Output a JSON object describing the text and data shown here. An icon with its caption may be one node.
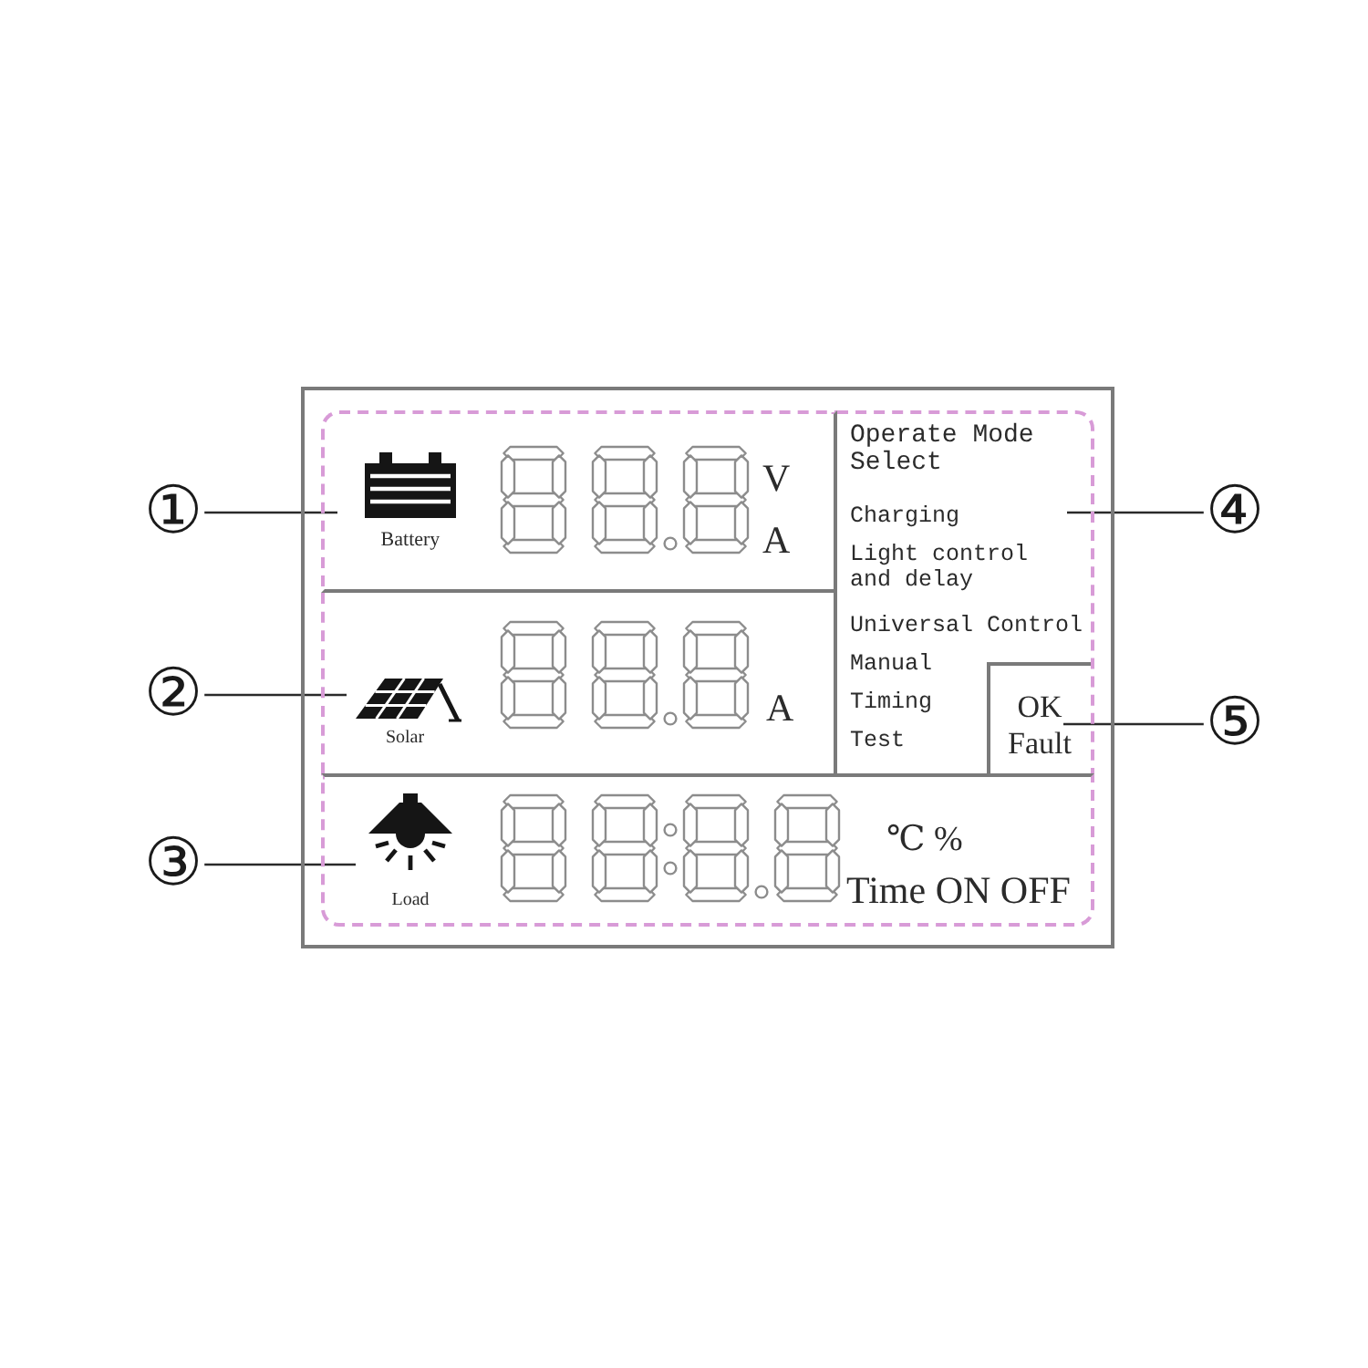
{
  "diagram": {
    "nodes": [
      {
        "text": [],
        "shape": "box"
      },
      {
        "text": [
          "Battery",
          "V",
          "A"
        ],
        "in": 0
      },
      {
        "text": [
          "Solar",
          "A"
        ],
        "in": 0
      },
      {
        "text": [
          "Load",
          "℃ %",
          "Time ON OFF"
        ],
        "in": 0
      },
      {
        "text": [
          "Operate Mode Select",
          "Charging",
          "Light control and delay",
          "Universal Control",
          "Manual",
          "Timing",
          "Test"
        ],
        "in": 0
      },
      {
        "text": [
          "OK",
          "Fault"
        ],
        "in": 4
      },
      {
        "text": [
          "①"
        ]
      },
      {
        "text": [
          "②"
        ]
      },
      {
        "text": [
          "③"
        ]
      },
      {
        "text": [
          "④"
        ]
      },
      {
        "text": [
          "⑤"
        ]
      }
    ],
    "edges": [
      {
        "from": 6,
        "to": 1,
        "arrow": "none"
      },
      {
        "from": 7,
        "to": 2,
        "arrow": "none"
      },
      {
        "from": 8,
        "to": 3,
        "arrow": "none"
      },
      {
        "from": 9,
        "to": 4,
        "arrow": "none"
      },
      {
        "from": 10,
        "to": 5,
        "arrow": "none"
      }
    ]
  }
}
